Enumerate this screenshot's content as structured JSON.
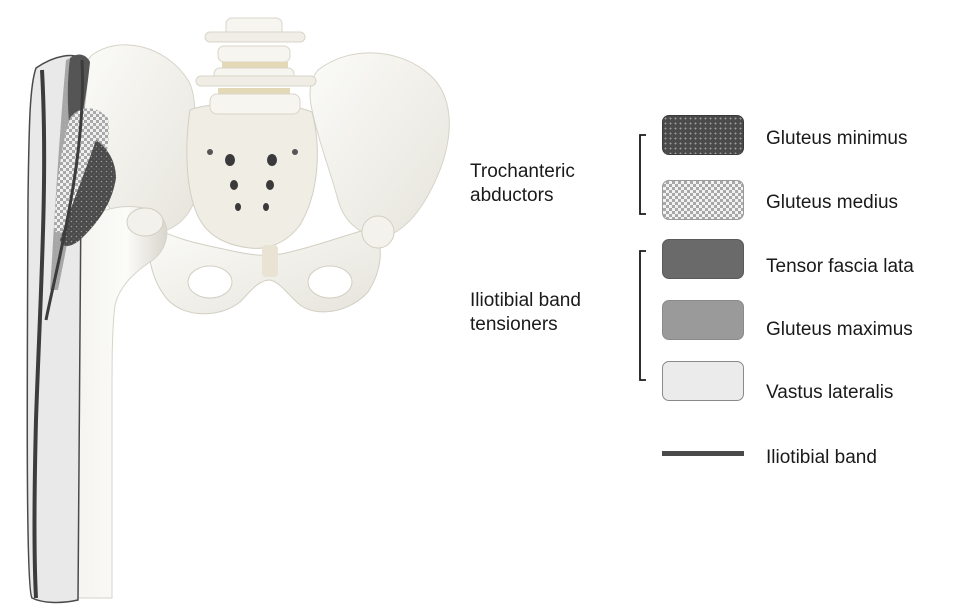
{
  "groups": {
    "trochanteric": {
      "line1": "Trochanteric",
      "line2": "abductors"
    },
    "iliotibial": {
      "line1": "Iliotibial band",
      "line2": "tensioners"
    }
  },
  "legend": [
    {
      "label": "Gluteus minimus",
      "pattern": "dark-dotted",
      "color": "#555555"
    },
    {
      "label": "Gluteus medius",
      "pattern": "light-checker",
      "color": "#c8c8c8"
    },
    {
      "label": "Tensor fascia lata",
      "pattern": "solid",
      "color": "#6a6a6a"
    },
    {
      "label": "Gluteus maximus",
      "pattern": "solid",
      "color": "#9a9a9a"
    },
    {
      "label": "Vastus lateralis",
      "pattern": "solid",
      "color": "#ebebeb"
    },
    {
      "label": "Iliotibial band",
      "pattern": "line",
      "color": "#4a4a4a"
    }
  ]
}
